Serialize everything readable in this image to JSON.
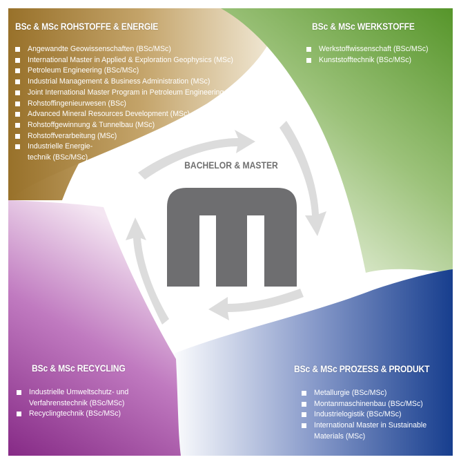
{
  "center": {
    "title": "BACHELOR & MASTER",
    "logo": "M"
  },
  "quadrants": [
    {
      "title": "BSc & MSc ROHSTOFFE & ENERGIE",
      "color": "#9a7326",
      "items": [
        "Angewandte Geowissenschaften (BSc/MSc)",
        "International Master in Applied & Exploration Geophysics (MSc)",
        "Petroleum Engineering (BSc/MSc)",
        "Industrial Management & Business Administration (MSc)",
        "Joint International Master Program in Petroleum Engineering (MSc)",
        "Rohstoffingenieurwesen (BSc)",
        "Advanced Mineral Resources Development (MSc)",
        "Rohstoffgewinnung & Tunnelbau (MSc)",
        "Rohstoffverarbeitung (MSc)",
        "Industrielle Energie-\ntechnik (BSc/MSc)"
      ]
    },
    {
      "title": "BSc & MSc WERKSTOFFE",
      "color": "#5e9a2e",
      "items": [
        "Werkstoffwissenschaft (BSc/MSc)",
        "Kunststofftechnik (BSc/MSc)"
      ]
    },
    {
      "title": "BSc & MSc RECYCLING",
      "color": "#8a2a8a",
      "items": [
        "Industrielle Umweltschutz- und\nVerfahrenstechnik (BSc/MSc)",
        "Recyclingtechnik (BSc/MSc)"
      ]
    },
    {
      "title": "BSc & MSc PROZESS & PRODUKT",
      "color": "#1a3f8f",
      "items": [
        "Metallurgie (BSc/MSc)",
        "Montanmaschinenbau (BSc/MSc)",
        "Industrielogistik (BSc/MSc)",
        "International Master in Sustainable\nMaterials (MSc)"
      ]
    }
  ]
}
